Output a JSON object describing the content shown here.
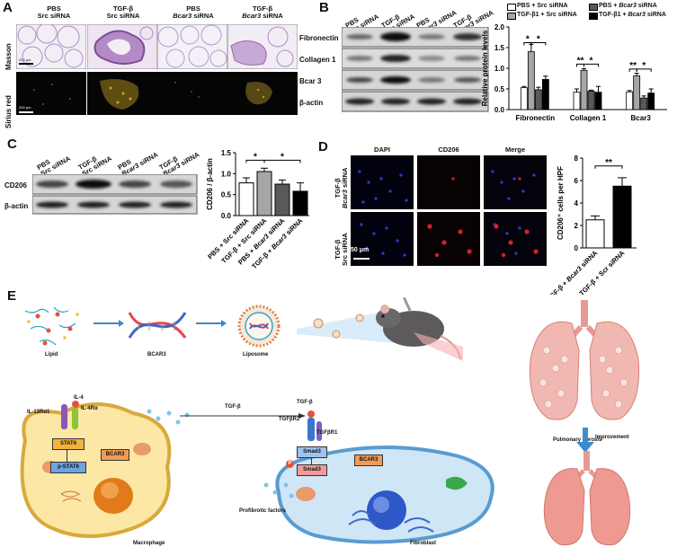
{
  "panels": {
    "A": "A",
    "B": "B",
    "C": "C",
    "D": "D",
    "E": "E"
  },
  "panel_a": {
    "cols": [
      {
        "l1": "PBS",
        "l2": "Src siRNA"
      },
      {
        "l1": "TGF-β",
        "l2": "Src siRNA"
      },
      {
        "l1": "PBS",
        "l2": "Bcar3 siRNA"
      },
      {
        "l1": "TGF-β",
        "l2": "Bcar3 siRNA"
      }
    ],
    "rows": [
      "Masson",
      "Sirius red"
    ],
    "scale": "200 μm"
  },
  "panel_b": {
    "lanes": [
      {
        "l1": "PBS",
        "l2": "Src siRNA"
      },
      {
        "l1": "TGF-β",
        "l2": "Src siRNA"
      },
      {
        "l1": "PBS",
        "l2": "Bcar3 siRNA"
      },
      {
        "l1": "TGF-β",
        "l2": "Bcar3 siRNA"
      }
    ],
    "bands": [
      "Fibronectin",
      "Collagen 1",
      "Bcar 3",
      "β-actin"
    ],
    "legend": [
      "PBS + Src siRNA",
      "TGF-β1 + Src siRNA",
      "PBS + Bcar3 siRNA",
      "TGF-β1 + Bcar3 siRNA"
    ]
  },
  "panel_c": {
    "lanes": [
      {
        "l1": "PBS",
        "l2": "Src siRNA"
      },
      {
        "l1": "TGF-β",
        "l2": "Src siRNA"
      },
      {
        "l1": "PBS",
        "l2": "Bcar3 siRNA"
      },
      {
        "l1": "TGF-β",
        "l2": "Bcar3 siRNA"
      }
    ],
    "bands": [
      "CD206",
      "β-actin"
    ]
  },
  "panel_d": {
    "cols": [
      "DAPI",
      "CD206",
      "Merge"
    ],
    "rows": [
      {
        "l1": "TGF-β",
        "l2": "Bcar3 siRNA"
      },
      {
        "l1": "TGF-β",
        "l2": "Src siRNA"
      }
    ],
    "scale": "50 μm"
  },
  "panel_e": {
    "lipid": "Lipid",
    "bcar3": "BCAR3",
    "liposome": "Liposome",
    "il4": "IL-4",
    "il13": "IL-13Rα1",
    "il4r": "IL-4Rα",
    "stat6": "STAT6",
    "pstat6": "p-STAT6",
    "bcar3_mac": "BCAR3",
    "macrophage": "Macrophage",
    "tgfb_arrow": "TGF-β",
    "tgfb": "TGF-β",
    "tgfbr2": "TGFβR2",
    "tgfbr1": "TGFβR1",
    "smad3": "Smad3",
    "p": "P",
    "psmad3": "Smad3",
    "bcar3_fib": "BCAR3",
    "profib": "Profibrotic factors",
    "fibroblast": "Fibroblast",
    "pf": "Pulmonary fibrosis",
    "improvement": "Improvement"
  },
  "chart_data": [
    {
      "type": "bar",
      "ylabel": "Relative protein levels",
      "categories": [
        "Fibronectin",
        "Collagen 1",
        "Bcar3"
      ],
      "series": [
        {
          "name": "PBS + Src siRNA",
          "values": [
            0.53,
            0.42,
            0.43
          ]
        },
        {
          "name": "TGF-β1 + Src siRNA",
          "values": [
            1.4,
            0.95,
            0.82
          ]
        },
        {
          "name": "PBS + Bcar3 siRNA",
          "values": [
            0.48,
            0.45,
            0.28
          ]
        },
        {
          "name": "TGF-β1 + Bcar3 siRNA",
          "values": [
            0.73,
            0.42,
            0.4
          ]
        }
      ],
      "errors": [
        [
          0.03,
          0.08,
          0.03
        ],
        [
          0.18,
          0.04,
          0.06
        ],
        [
          0.06,
          0.02,
          0.05
        ],
        [
          0.08,
          0.14,
          0.1
        ]
      ],
      "ylim": [
        0,
        2.0
      ],
      "yticks": [
        "0.0",
        "0.5",
        "1.0",
        "1.5",
        "2.0"
      ],
      "annotations": [
        "*",
        "*",
        "**",
        "*",
        "**",
        "*"
      ],
      "colors": [
        "#ffffff",
        "#a6a6a6",
        "#595959",
        "#000000"
      ]
    },
    {
      "type": "bar",
      "ylabel": "CD206 / β-actin",
      "categories": [
        "PBS + Src siRNA",
        "TGF-β + Src siRNA",
        "PBS + Bcar3 siRNA",
        "TGF-β + Bcar3 siRNA"
      ],
      "values": [
        0.78,
        1.05,
        0.75,
        0.58
      ],
      "errors": [
        0.12,
        0.08,
        0.1,
        0.2
      ],
      "ylim": [
        0,
        1.5
      ],
      "yticks": [
        "0.0",
        "0.5",
        "1.0",
        "1.5"
      ],
      "annotations": [
        "*",
        "*"
      ],
      "colors": [
        "#ffffff",
        "#a6a6a6",
        "#595959",
        "#000000"
      ]
    },
    {
      "type": "bar",
      "ylabel": "CD206⁺ cells per HPF",
      "categories": [
        "TGF-β + Bcar3 siRNA",
        "TGF-β + Scr siRNA"
      ],
      "values": [
        2.5,
        5.5
      ],
      "errors": [
        0.35,
        0.75
      ],
      "ylim": [
        0,
        8
      ],
      "yticks": [
        "0",
        "2",
        "4",
        "6",
        "8"
      ],
      "annotations": [
        "**"
      ],
      "colors": [
        "#ffffff",
        "#000000"
      ]
    }
  ]
}
